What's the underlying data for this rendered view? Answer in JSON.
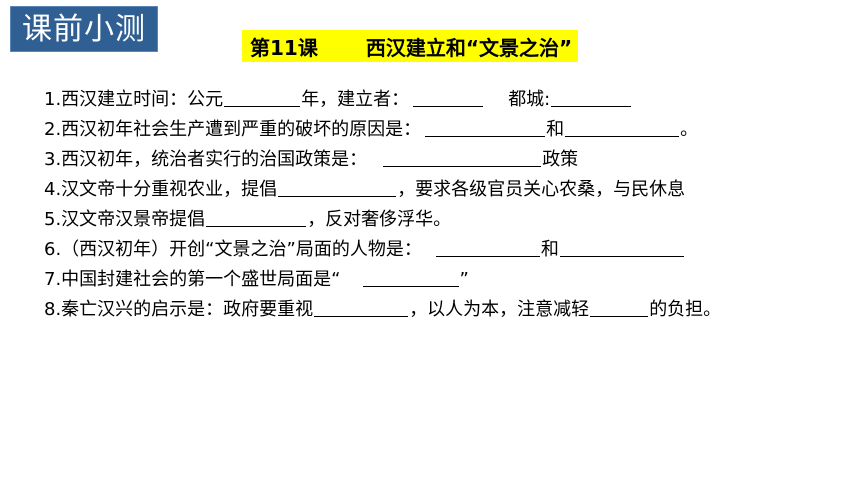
{
  "badge": "课前小测",
  "title": {
    "lesson": "第11课",
    "name": "西汉建立和“文景之治”"
  },
  "questions": [
    {
      "parts": [
        "1.西汉建立时间：公元",
        "年，建立者：",
        "都城:",
        ""
      ]
    },
    {
      "parts": [
        "2.西汉初年社会生产遭到严重的破坏的原因是：",
        "和",
        "。"
      ]
    },
    {
      "parts": [
        "3.西汉初年，统治者实行的治国政策是：",
        "政策"
      ]
    },
    {
      "parts": [
        "4.汉文帝十分重视农业，提倡",
        "，要求各级官员关心农桑，与民休息"
      ]
    },
    {
      "parts": [
        "5.汉文帝汉景帝提倡",
        "，反对奢侈浮华。"
      ]
    },
    {
      "parts": [
        "6.（西汉初年）开创“文景之治”局面的人物是：",
        "和",
        ""
      ]
    },
    {
      "parts": [
        "7.中国封建社会的第一个盛世局面是“",
        "”"
      ]
    },
    {
      "parts": [
        "8.秦亡汉兴的启示是：政府要重视",
        "，以人为本，注意减轻",
        "的负担。"
      ]
    }
  ]
}
